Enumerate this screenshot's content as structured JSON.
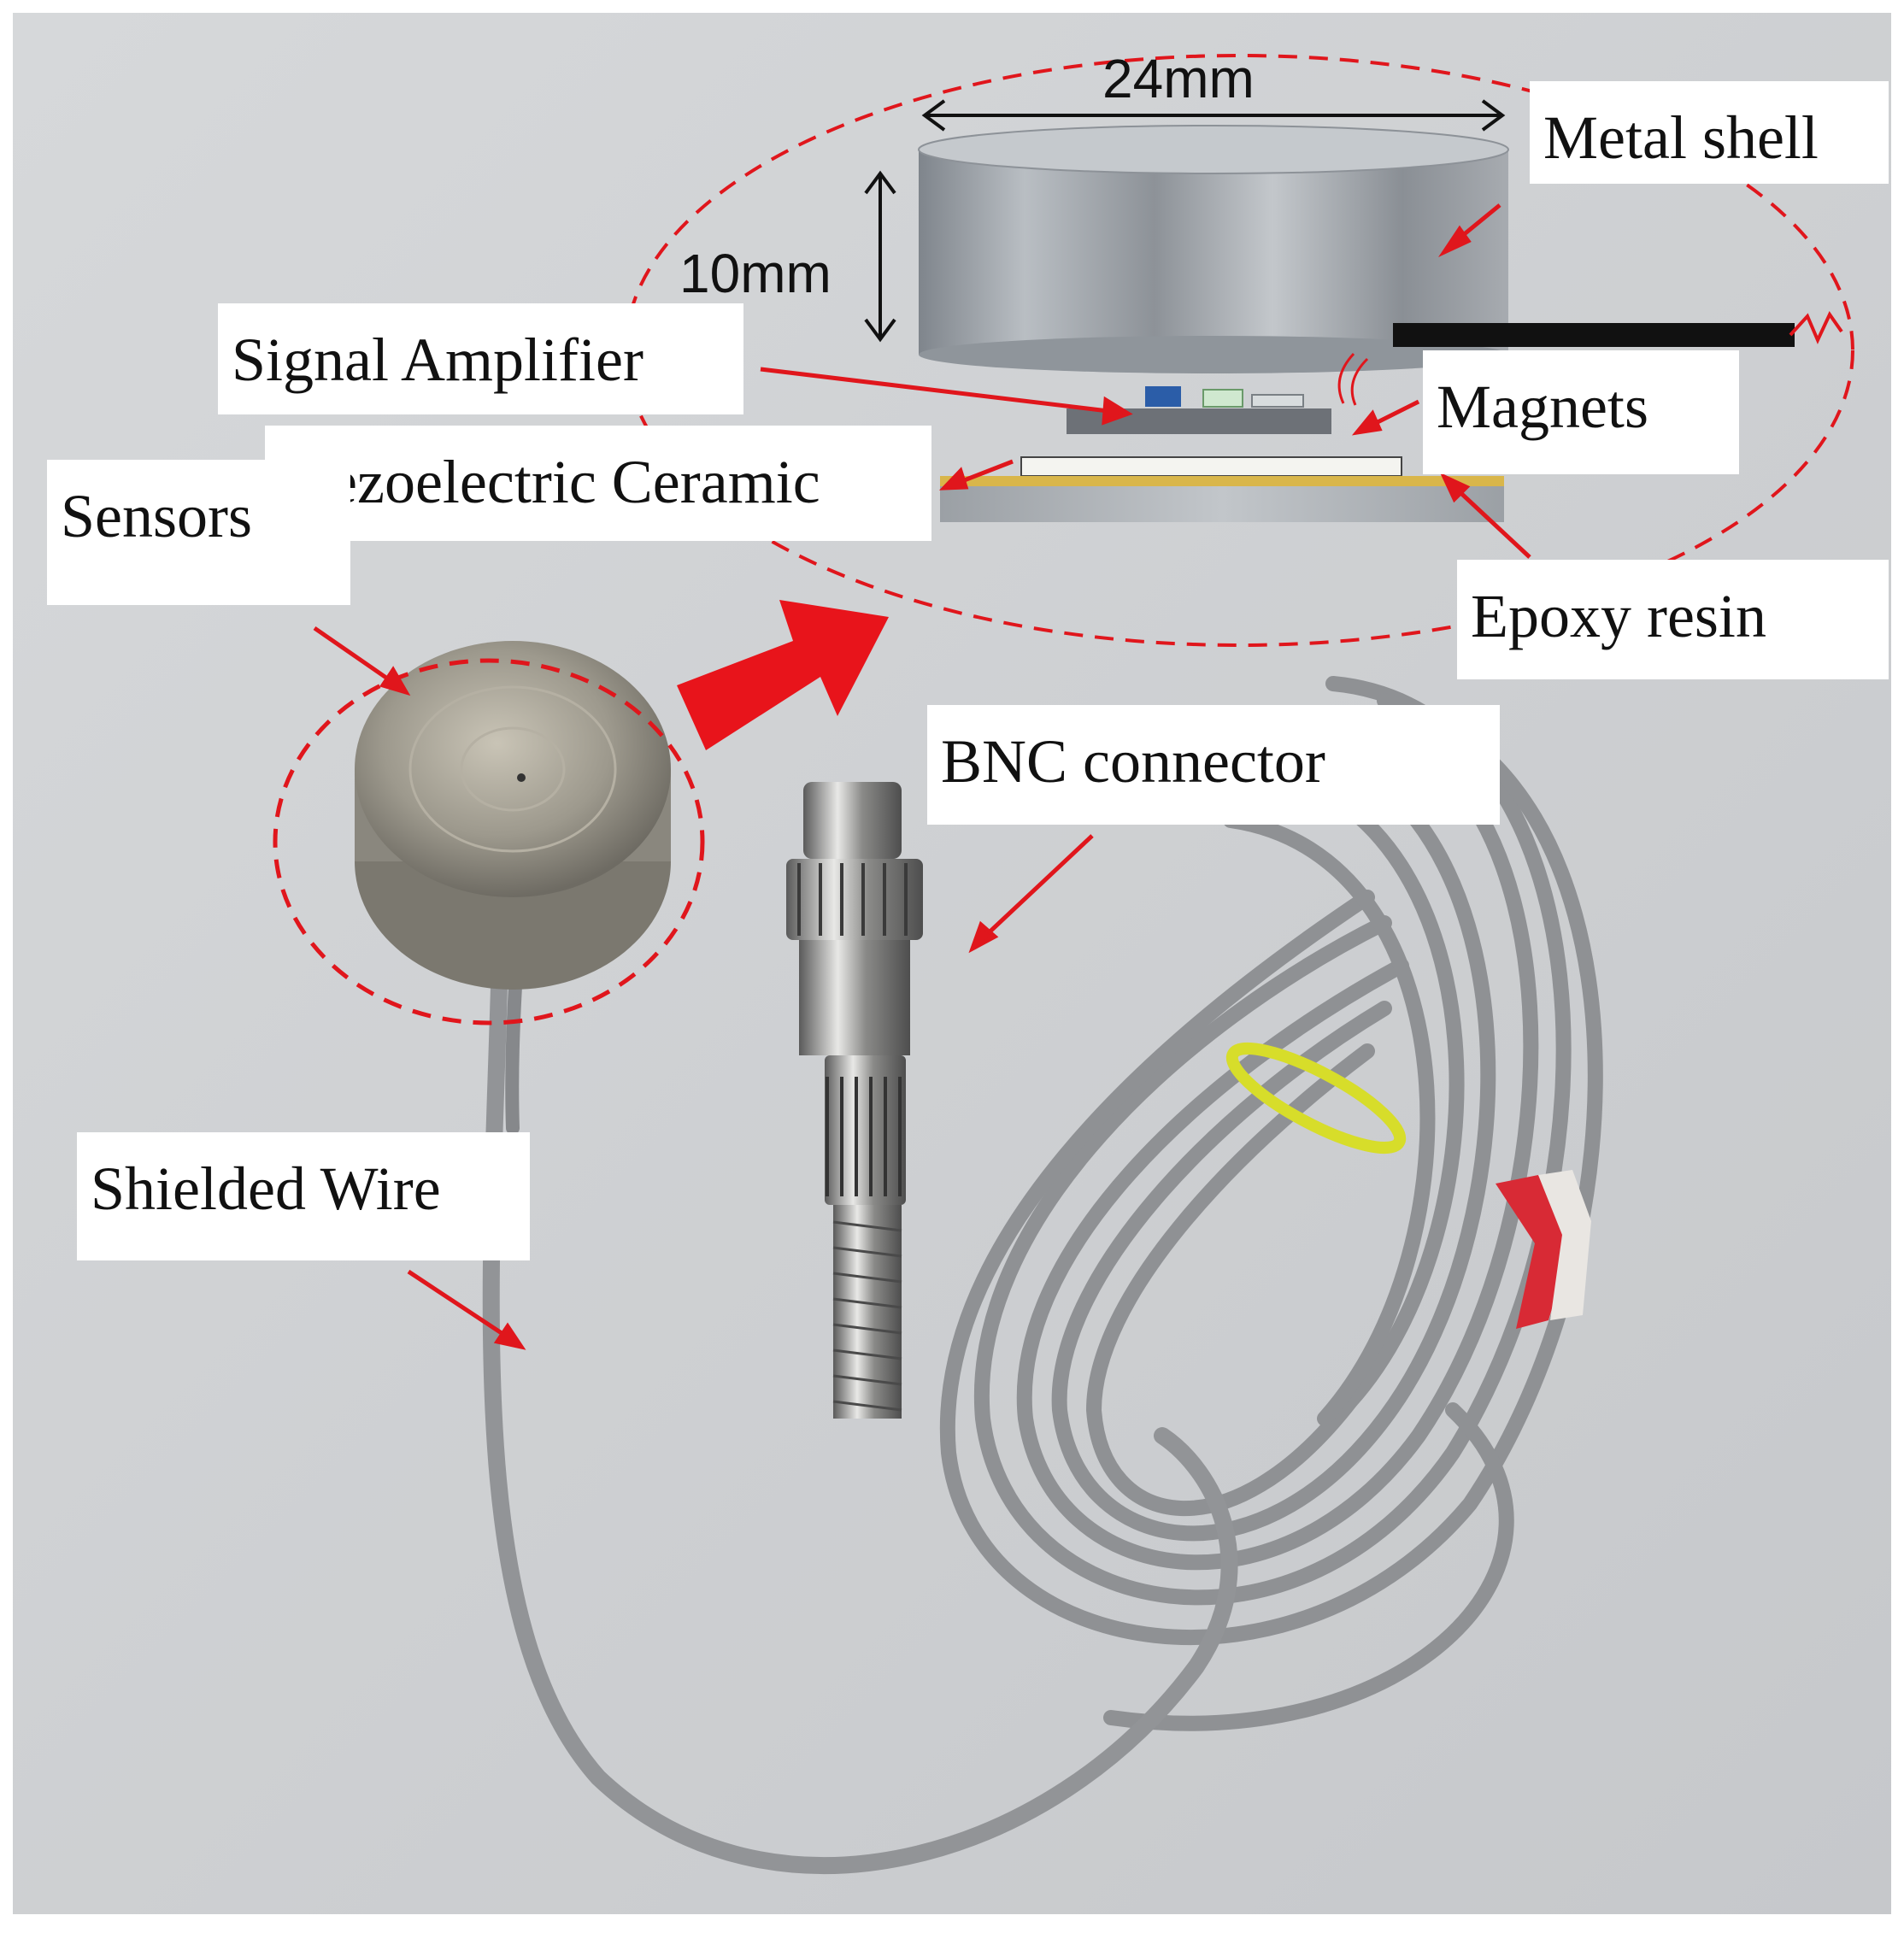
{
  "figure": {
    "labels": {
      "metal_shell": "Metal shell",
      "signal_amplifier": "Signal Amplifier",
      "magnets": "Magnets",
      "piezoelectric_ceramic": "Piezoelectric Ceramic",
      "sensors": "Sensors",
      "epoxy_resin": "Epoxy resin",
      "bnc_connector": "BNC connector",
      "shielded_wire": "Shielded Wire"
    },
    "dimensions": {
      "width": "24mm",
      "height": "10mm"
    }
  },
  "colors": {
    "background": "#ccced1",
    "annotation": "#e0161c",
    "metal": "#9ea3a8",
    "cable": "#8f9194",
    "band": "#d7dd2a"
  }
}
